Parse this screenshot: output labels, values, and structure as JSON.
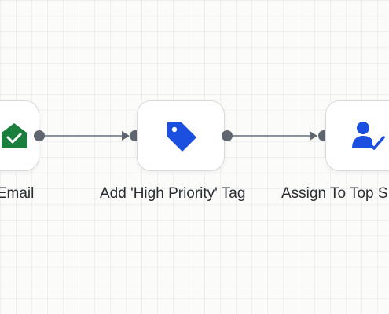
{
  "workflow": {
    "nodes": [
      {
        "label": "e Email",
        "icon": "email-badge-icon",
        "icon_color": "#1a7f3c"
      },
      {
        "label": "Add 'High Priority' Tag",
        "icon": "tag-icon",
        "icon_color": "#1b4fe0"
      },
      {
        "label": "Assign To Top S",
        "icon": "user-check-icon",
        "icon_color": "#1b4fe0"
      }
    ],
    "colors": {
      "background": "#fbfbfa",
      "port": "#5f6670",
      "edge": "#8a929c"
    }
  }
}
